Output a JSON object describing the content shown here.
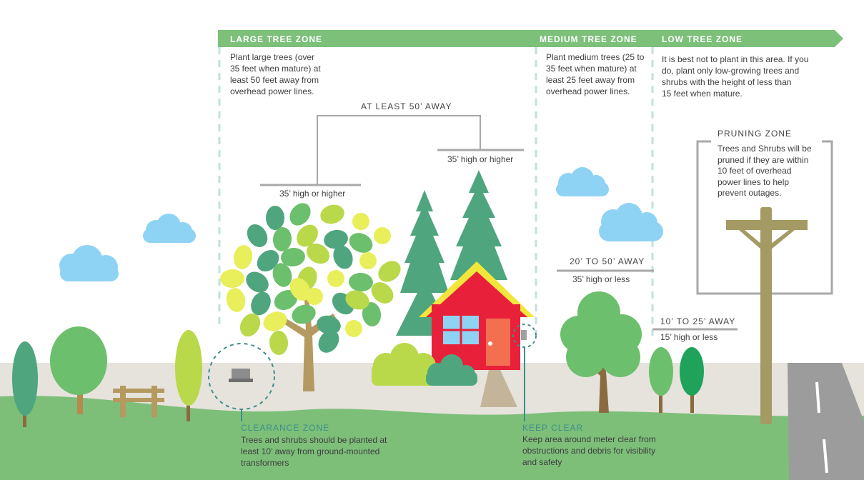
{
  "zones": {
    "large": {
      "title": "LARGE TREE ZONE",
      "lines": [
        "Plant large trees (over",
        "35 feet when mature) at",
        "least 50 feet away from",
        "overhead power lines."
      ]
    },
    "medium": {
      "title": "MEDIUM TREE ZONE",
      "lines": [
        "Plant medium trees (25 to",
        "35 feet when mature) at",
        "least 25 feet away from",
        "overhead power lines."
      ]
    },
    "low": {
      "title": "LOW TREE ZONE",
      "lines": [
        "It is best not to plant in this area. If you",
        "do, plant only low-growing trees and",
        "shrubs with the height of less than",
        "15 feet when mature."
      ]
    }
  },
  "distances": {
    "at_least_50": "AT LEAST 50’ AWAY",
    "high_or_higher_left": "35’ high or higher",
    "high_or_higher_right": "35’ high or higher",
    "range_20_50": "20’ TO 50’ AWAY",
    "less_35": "35’ high or less",
    "range_10_25": "10’ TO 25’ AWAY",
    "less_15": "15’ high or less"
  },
  "pruning": {
    "title": "PRUNING ZONE",
    "lines": [
      "Trees and Shrubs will be",
      "pruned if they are within",
      "10 feet of overhead",
      "power lines to help",
      "prevent outages."
    ]
  },
  "clearance": {
    "title": "CLEARANCE ZONE",
    "lines": [
      "Trees and shrubs should be planted at",
      "least 10’ away from ground-mounted",
      "transformers"
    ]
  },
  "keep_clear": {
    "title": "KEEP CLEAR",
    "lines": [
      "Keep area around meter clear from",
      "obstructions and debris for visibility",
      "and safety"
    ]
  },
  "colors": {
    "banner": "#7cc07a",
    "ground": "#7dbf79",
    "sky_band": "#e6e2dc",
    "cloud": "#8fd3f4",
    "house": "#e8203a",
    "roof": "#f2e63a",
    "pole": "#a39a64",
    "road": "#9c9c9c",
    "teal_text": "#3d8f8a"
  }
}
